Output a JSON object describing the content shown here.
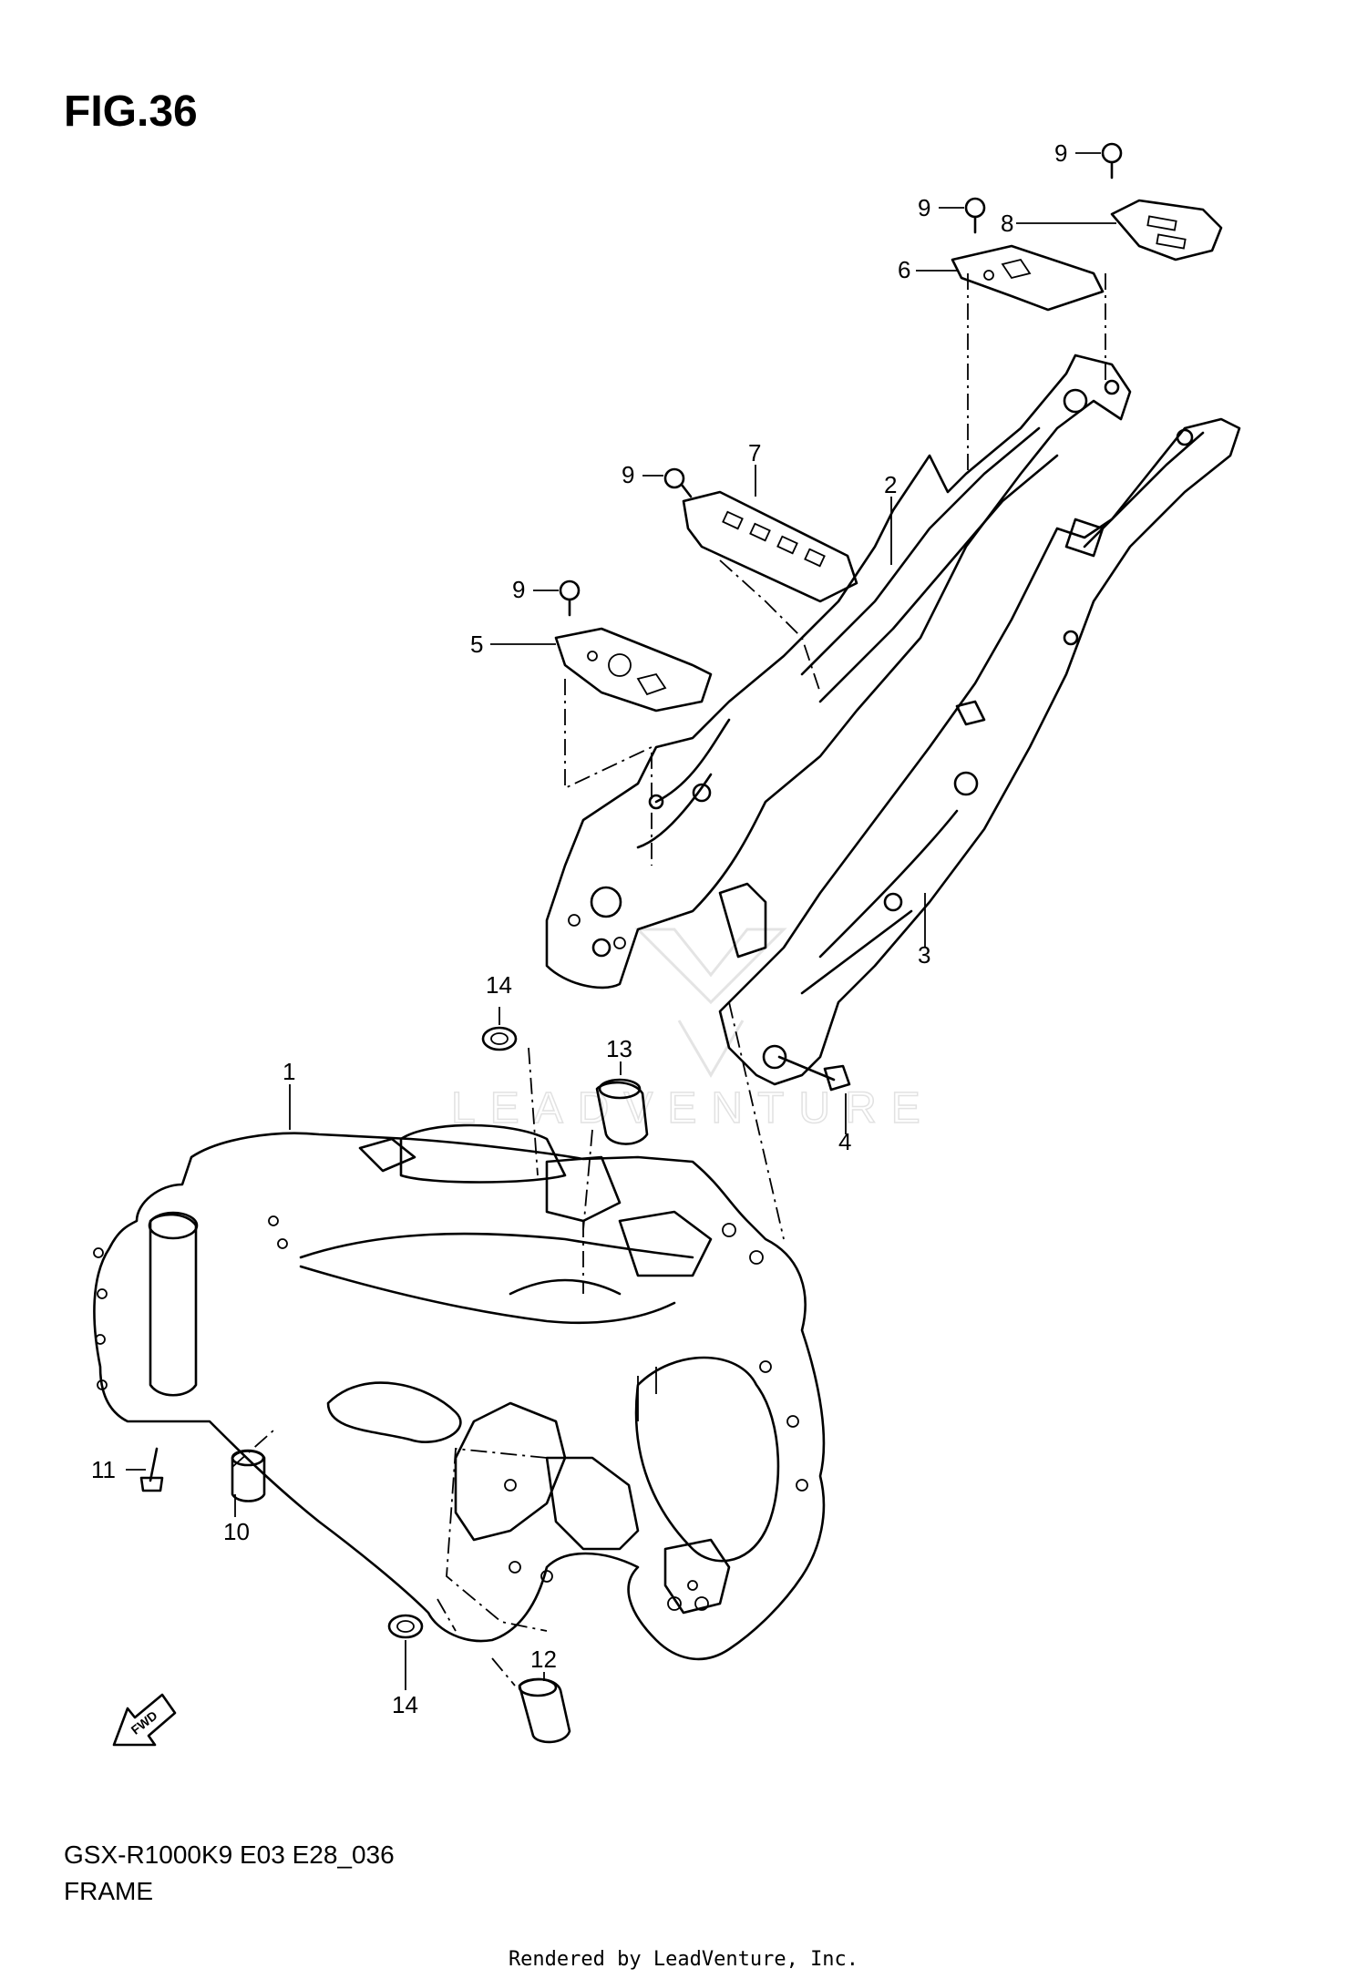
{
  "figure": {
    "title": "FIG.36",
    "model_code": "GSX-R1000K9 E03 E28_036",
    "section_name": "FRAME"
  },
  "footer": {
    "text": "Rendered by LeadVenture, Inc."
  },
  "watermark": {
    "text": "LEADVENTURE"
  },
  "direction_marker": {
    "label": "FWD"
  },
  "callouts": [
    "1",
    "2",
    "3",
    "4",
    "5",
    "6",
    "7",
    "8",
    "9",
    "9",
    "9",
    "9",
    "10",
    "11",
    "12",
    "13",
    "14",
    "14"
  ]
}
